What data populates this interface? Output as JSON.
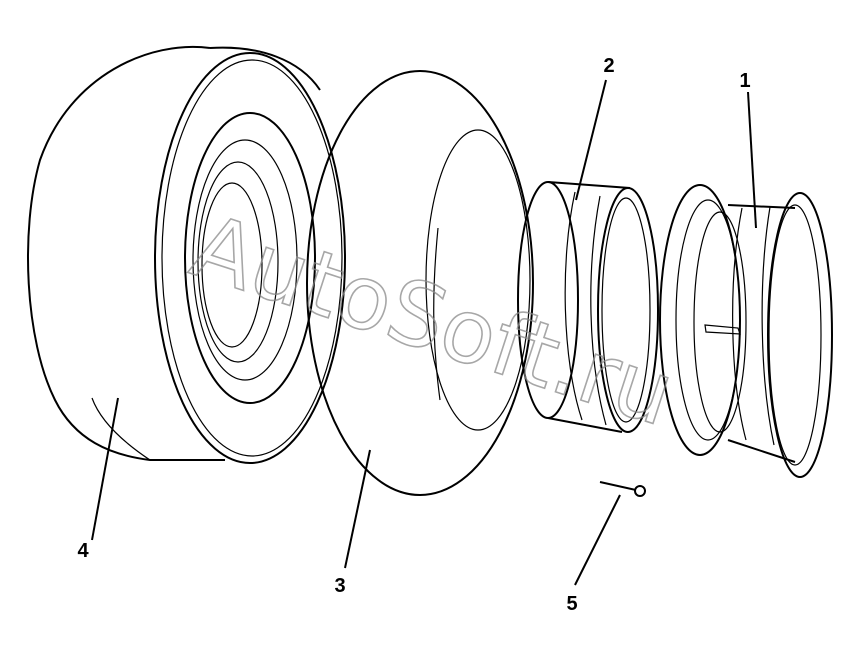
{
  "callouts": {
    "rim": "1",
    "flap": "2",
    "tube": "3",
    "tire": "4",
    "valve_pin": "5"
  },
  "watermark": "AutoSoft.ru",
  "colors": {
    "line": "#000000",
    "watermark": "#8a8a8a",
    "background": "#ffffff"
  }
}
